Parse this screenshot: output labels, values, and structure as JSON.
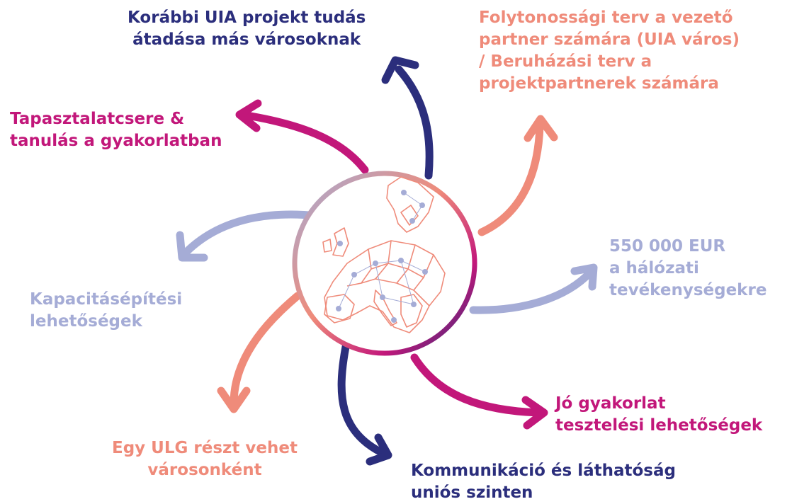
{
  "labels": {
    "top": [
      "Korábbi UIA projekt tudás",
      "átadása más városoknak"
    ],
    "top_right": [
      "Folytonossági terv a vezető",
      "partner számára (UIA város)",
      "/ Beruházási terv a",
      "projektpartnerek számára"
    ],
    "upper_left": [
      "Tapasztalatcsere &",
      "tanulás a gyakorlatban"
    ],
    "right": [
      "550 000 EUR",
      "a hálózati",
      "tevékenységekre"
    ],
    "left": [
      "Kapacitásépítési",
      "lehetőségek"
    ],
    "lower_right": [
      "Jó gyakorlat",
      "tesztelési lehetőségek"
    ],
    "lower_left": [
      "Egy ULG részt vehet",
      "városonként"
    ],
    "bottom": [
      "Kommunikáció és láthatóság",
      "uniós szinten"
    ]
  },
  "colors": {
    "navy": "#2b2e7c",
    "salmon": "#ef8b7a",
    "magenta": "#c2177a",
    "lavender": "#a5acd6"
  },
  "center_icon": "europe-map-icon"
}
